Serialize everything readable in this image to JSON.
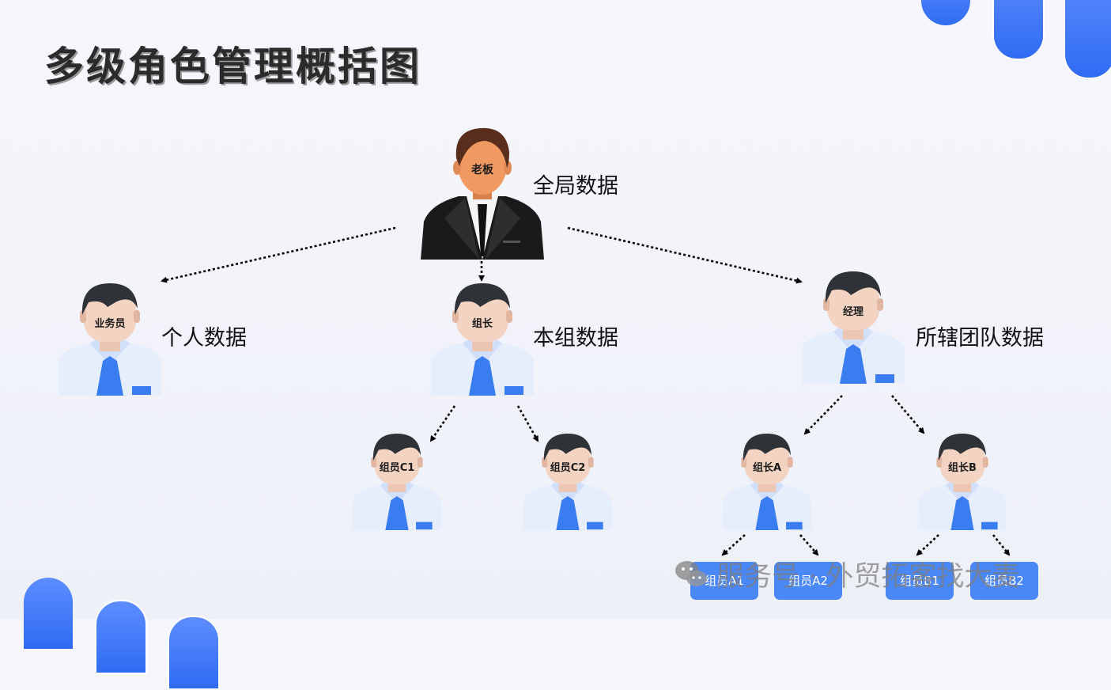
{
  "title": "多级角色管理概括图",
  "colors": {
    "accent": "#3b74f5",
    "tie": "#3a7df0",
    "shirt": "#e6eefc",
    "hair": "#2f3338"
  },
  "boss": {
    "role": "老板",
    "scope": "全局数据"
  },
  "level1": [
    {
      "role": "业务员",
      "scope": "个人数据"
    },
    {
      "role": "组长",
      "scope": "本组数据"
    },
    {
      "role": "经理",
      "scope": "所辖团队数据"
    }
  ],
  "group_members": [
    {
      "role": "组员C1"
    },
    {
      "role": "组员C2"
    }
  ],
  "manager_leaders": [
    {
      "role": "组长A"
    },
    {
      "role": "组长B"
    }
  ],
  "leaf_members": [
    {
      "role": "组员A1"
    },
    {
      "role": "组员A2"
    },
    {
      "role": "组员B1"
    },
    {
      "role": "组员B2"
    }
  ],
  "watermark": {
    "icon": "wechat-icon",
    "text": "服务号 · 外贸拓客找大麦"
  }
}
